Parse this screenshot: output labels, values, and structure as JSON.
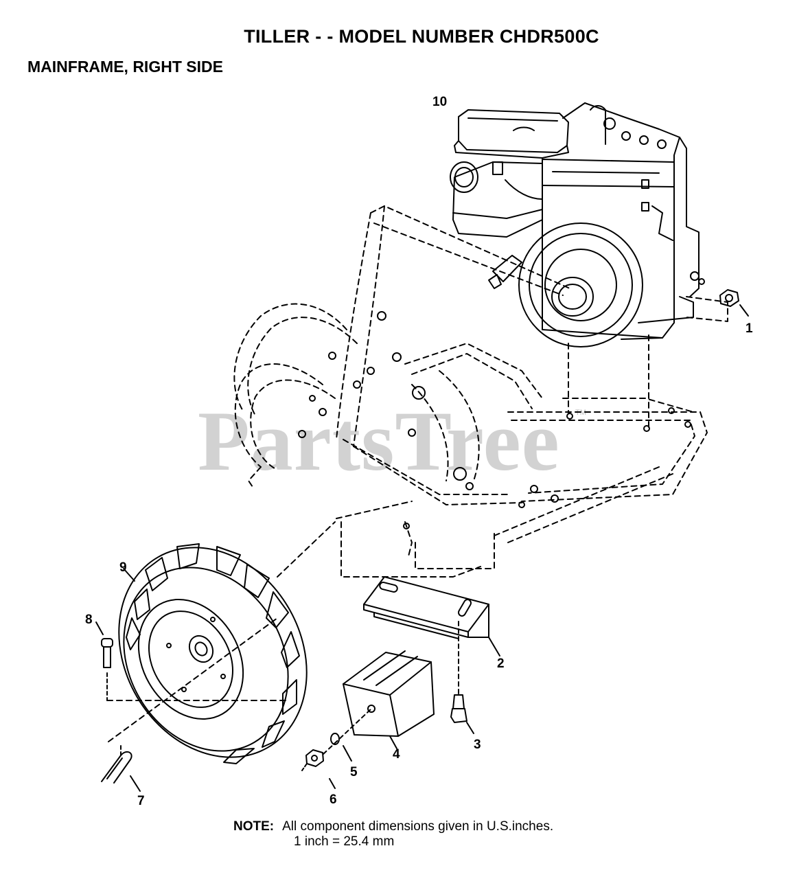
{
  "header": {
    "title": "TILLER - - MODEL NUMBER CHDR500C",
    "subtitle": "MAINFRAME, RIGHT SIDE"
  },
  "watermark": {
    "text": "PartsTree",
    "trademark": "TM"
  },
  "callouts": [
    {
      "id": "1",
      "part": "engine-mount-nut"
    },
    {
      "id": "2",
      "part": "mounting-bracket"
    },
    {
      "id": "3",
      "part": "bolt"
    },
    {
      "id": "4",
      "part": "weight-block"
    },
    {
      "id": "5",
      "part": "lock-washer"
    },
    {
      "id": "6",
      "part": "hex-nut"
    },
    {
      "id": "7",
      "part": "hairpin-cotter"
    },
    {
      "id": "8",
      "part": "clevis-pin"
    },
    {
      "id": "9",
      "part": "tire-and-wheel"
    },
    {
      "id": "10",
      "part": "engine"
    }
  ],
  "note": {
    "label": "NOTE:",
    "line1": "All component dimensions given in U.S.inches.",
    "line2": "1 inch = 25.4 mm"
  },
  "colors": {
    "ink": "#000000",
    "watermark": "#d2d2d2",
    "background": "#ffffff"
  }
}
